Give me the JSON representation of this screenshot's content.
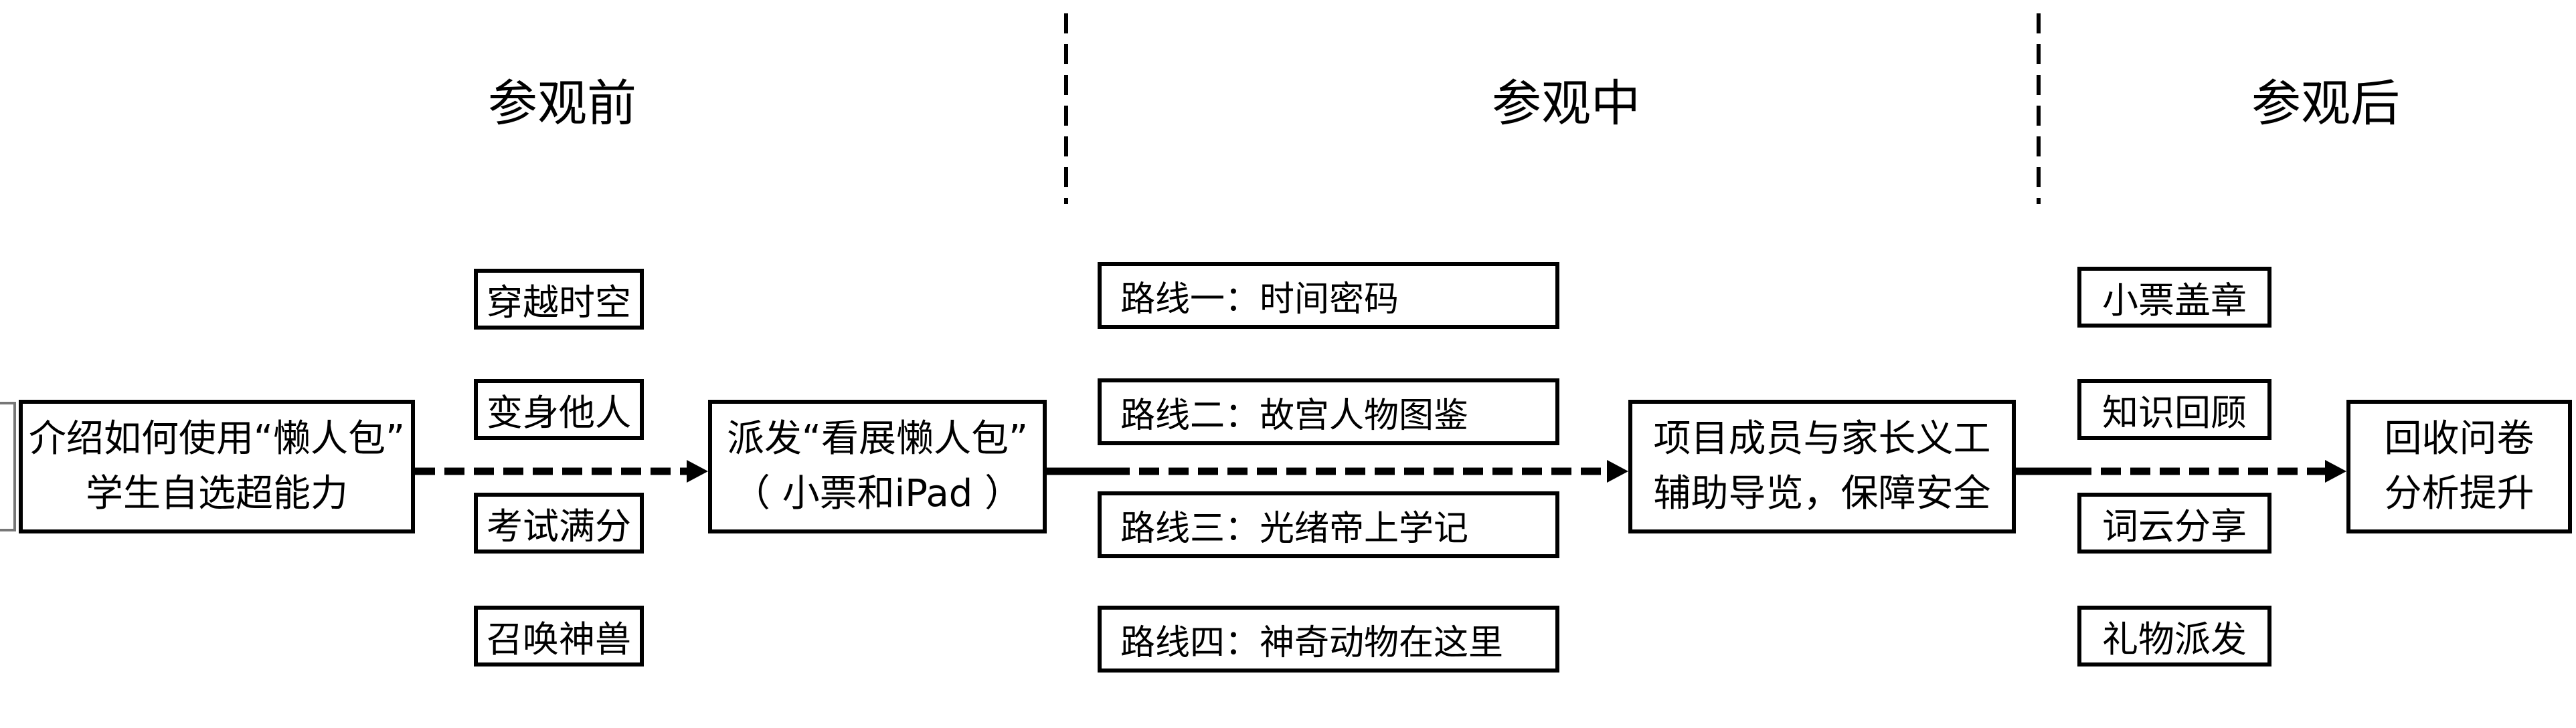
{
  "phases": {
    "before": "参观前",
    "during": "参观中",
    "after": "参观后"
  },
  "main_steps": {
    "intro": {
      "line1": "介绍如何使用“懒人包”",
      "line2": "学生自选超能力"
    },
    "distribute": {
      "line1": "派发“看展懒人包”",
      "line2": "（ 小票和iPad ）"
    },
    "guide": {
      "line1": "项目成员与家长义工",
      "line2": "辅助导览，保障安全"
    },
    "collect": {
      "line1": "回收问卷",
      "line2": "分析提升"
    }
  },
  "abilities": [
    "穿越时空",
    "变身他人",
    "考试满分",
    "召唤神兽"
  ],
  "routes": [
    "路线一：时间密码",
    "路线二：故宫人物图鉴",
    "路线三：光绪帝上学记",
    "路线四：神奇动物在这里"
  ],
  "after_activities": [
    "小票盖章",
    "知识回顾",
    "词云分享",
    "礼物派发"
  ]
}
